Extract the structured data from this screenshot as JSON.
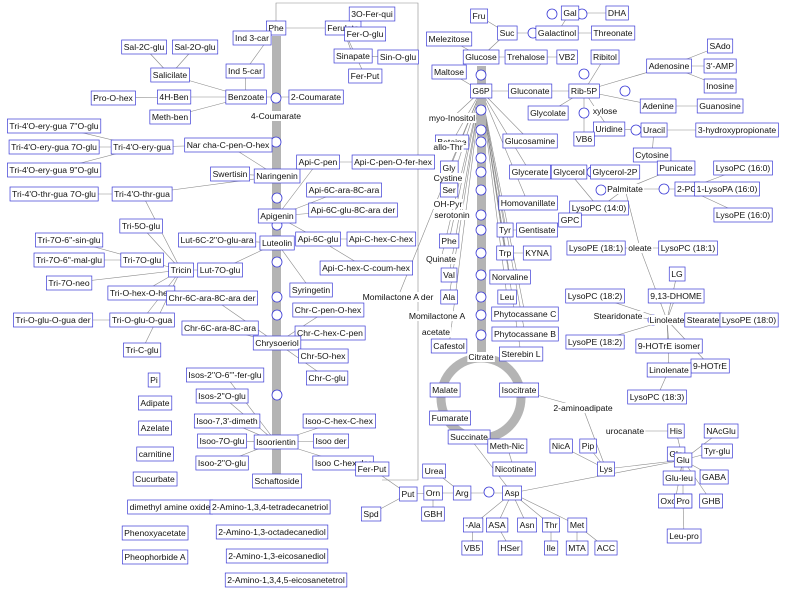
{
  "nodes": {
    "Phe_top": "Phe",
    "Ind3car": "Ind 3-car",
    "Ind5car": "Ind 5-car",
    "Ferulate": "Ferulate",
    "FerQui": "3O-Fer-qui",
    "FerOglu": "Fer-O-glu",
    "Sinapate": "Sinapate",
    "FerPut": "Fer-Put",
    "SinOglu": "Sin-O-glu",
    "Sal2Cglu": "Sal-2C-glu",
    "Sal2Oglu": "Sal-2O-glu",
    "Salicilate": "Salicilate",
    "Benzoate": "Benzoate",
    "Coumarate2": "2-Coumarate",
    "Coumarate4": "4-Coumarate",
    "HBen4": "4H-Ben",
    "ProOhex": "Pro-O-hex",
    "MethBen": "Meth-ben",
    "TriOeryGua7O": "Tri-4'O-ery-gua 7''O-glu",
    "TriOeryGua7O2": "Tri-4'O-ery-gua 7O-glu",
    "TriOeryGua9O": "Tri-4'O-ery-gua 9''O-glu",
    "TriOeryGua": "Tri-4'O-ery-gua",
    "TriOthrGua7O": "Tri-4'O-thr-gua 7O-glu",
    "TriOthrGua": "Tri-4'O-thr-gua",
    "NarChaC": "Nar cha-C-pen-O-hex",
    "Swertisin": "Swertisin",
    "Naringenin": "Naringenin",
    "Apigenin": "Apigenin",
    "ApiCpen": "Api-C-pen",
    "ApiCpenOfer": "Api-C-pen-O-fer-hex",
    "Api6Cara": "Api-6C-ara-8C-ara",
    "Api6Cglu8C": "Api-6C-glu-8C-ara der",
    "Api6Cglu": "Api-6C-glu",
    "ApiChexChex": "Api-C-hex-C-hex",
    "ApiChexCoum": "Api-C-hex-C-coum-hex",
    "Luteolin": "Luteolin",
    "Lut6C2": "Lut-6C-2''O-glu-ara",
    "Lut7Oglu": "Lut-7O-glu",
    "Syringetin": "Syringetin",
    "Tri5Oglu": "Tri-5O-glu",
    "Tri7OsinGlu": "Tri-7O-6''-sin-glu",
    "Tri7Oglu": "Tri-7O-glu",
    "Tri7OmalGlu": "Tri-7O-6''-mal-glu",
    "Tri7Oneo": "Tri-7O-neo",
    "TriOhexOhex": "Tri-O-hex-O-hex",
    "Tricin": "Tricin",
    "TriOgluOguaDer": "Tri-O-glu-O-gua der",
    "TriOgluOgua": "Tri-O-glu-O-gua",
    "TriCglu": "Tri-C-glu",
    "Chr6Cara8Cder": "Chr-6C-ara-8C-ara der",
    "Chr6Cara8C": "Chr-6C-ara-8C-ara",
    "ChrCpenOhex": "Chr-C-pen-O-hex",
    "ChrChexCpen": "Chr-C-hex-C-pen",
    "Chrysoeriol": "Chrysoeriol",
    "Chr5Ohex": "Chr-5O-hex",
    "ChrCglu": "Chr-C-glu",
    "Pi": "Pi",
    "Adipate": "Adipate",
    "Azelate": "Azelate",
    "Carnitine": "carnitine",
    "Cucurbate": "Cucurbate",
    "DMAO": "dimethyl amine oxide",
    "Phenoxyacetate": "Phenoxyacetate",
    "PheophorbideA": "Pheophorbide A",
    "Isos2O6fer": "Isos-2''O-6'''-fer-glu",
    "Isos2Oglu": "Isos-2''O-glu",
    "Isoo73dimeth": "Isoo-7,3'-dimeth",
    "Isoo7Oglu": "Isoo-7O-glu",
    "Isoo2Oglu": "Isoo-2''O-glu",
    "Isoorientin": "Isoorientin",
    "IsooChexChex": "Isoo-C-hex-C-hex",
    "IsooDer": "Isoo der",
    "IsooChexDer": "Isoo C-hex der",
    "Schaftoside": "Schaftoside",
    "Amino1": "2-Amino-1,3,4-tetradecanetriol",
    "Amino2": "2-Amino-1,3-octadecanediol",
    "Amino3": "2-Amino-1,3-eicosanediol",
    "Amino4": "2-Amino-1,3,4,5-eicosanetetrol",
    "Fru": "Fru",
    "Suc": "Suc",
    "Gal": "Gal",
    "DHA": "DHA",
    "Galactinol": "Galactinol",
    "Threonate": "Threonate",
    "Melezitose": "Melezitose",
    "Glucose": "Glucose",
    "Trehalose": "Trehalose",
    "VB2": "VB2",
    "Ribitol": "Ribitol",
    "Maltose": "Maltose",
    "G6P": "G6P",
    "Gluconate": "Gluconate",
    "Rib5P": "Rib-5P",
    "Adenosine": "Adenosine",
    "SAdo": "SAdo",
    "AMP3": "3'-AMP",
    "Inosine": "Inosine",
    "Adenine": "Adenine",
    "Guanosine": "Guanosine",
    "Xylose": "xylose",
    "Glycolate": "Glycolate",
    "Uridine": "Uridine",
    "VB6": "VB6",
    "Uracil": "Uracil",
    "Hydroxyprop": "3-hydroxypropionate",
    "Cytosine": "Cytosine",
    "Punicate": "Punicate",
    "MyoInositol": "myo-Inositol",
    "Glucosamine": "Glucosamine",
    "Betaine": "Betaine",
    "AlloThr": "allo-Thr",
    "Gly": "Gly",
    "Cystine": "Cystine",
    "Ser": "Ser",
    "Glycerate": "Glycerate",
    "Glycerol": "Glycerol",
    "Glycerol2P": "Glycerol-2P",
    "OHPyr": "OH-Pyr",
    "Serotonin": "serotonin",
    "Homovanillate": "Homovanillate",
    "Palmitate": "Palmitate",
    "PG2": "2-PG",
    "LysoPC160a": "LysoPC (16:0)",
    "LysoPA160": "1-LysoPA (16:0)",
    "LysoPE160": "LysoPE (16:0)",
    "LysoPC140": "LysoPC (14:0)",
    "GPC": "GPC",
    "Phe_mid": "Phe",
    "Tyr": "Tyr",
    "Gentisate": "Gentisate",
    "Trp": "Trp",
    "KYNA": "KYNA",
    "Quinate": "Quinate",
    "LysoPE181": "LysoPE (18:1)",
    "Oleate": "oleate",
    "LysoPC181": "LysoPC (18:1)",
    "Val": "Val",
    "Norvaline": "Norvaline",
    "Ala": "Ala",
    "Leu": "Leu",
    "MomilactoneAder": "Momilactone A der",
    "MomilactoneA": "Momilactone A",
    "PhytocassaneC": "Phytocassane C",
    "PhytocassaneB": "Phytocassane B",
    "Acetate": "acetate",
    "Cafestol": "Cafestol",
    "SterebinL": "Sterebin L",
    "LG": "LG",
    "DHOME": "9,13-DHOME",
    "LysoPC182a": "LysoPC (18:2)",
    "Stearidonate": "Stearidonate",
    "Linoleate": "Linoleate",
    "Stearate": "Stearate",
    "LysoPE180": "LysoPE (18:0)",
    "LysoPE182": "LysoPE (18:2)",
    "HOTrEiso": "9-HOTrE isomer",
    "HOTrE": "9-HOTrE",
    "Linolenate": "Linolenate",
    "LysoPC183": "LysoPC (18:3)",
    "Citrate": "Citrate",
    "Malate": "Malate",
    "Isocitrate": "Isocitrate",
    "Fumarate": "Fumarate",
    "Aminoadipate": "2-aminoadipate",
    "Succinate": "Succinate",
    "MethNic": "Meth-Nic",
    "NicA": "NicA",
    "Pip": "Pip",
    "Urocanate": "urocanate",
    "His": "His",
    "NAcGlu": "NAcGlu",
    "Gln": "Gln",
    "Glu": "Glu",
    "TyrGlu": "Tyr-glu",
    "Nicotinate": "Nicotinate",
    "Lys": "Lys",
    "GluLeu": "Glu-leu",
    "GABA": "GABA",
    "OxoPro": "OxoPro",
    "Pro": "Pro",
    "GHB": "GHB",
    "LeuPro": "Leu-pro",
    "FerPut2": "Fer-Put",
    "Urea": "Urea",
    "Put": "Put",
    "Orn": "Orn",
    "Arg": "Arg",
    "Asp": "Asp",
    "GBH": "GBH",
    "Spd": "Spd",
    "bAla": "-Ala",
    "ASA": "ASA",
    "Asn": "Asn",
    "Thr": "Thr",
    "Met": "Met",
    "VB5": "VB5",
    "HSer": "HSer",
    "Ile": "Ile",
    "MTA": "MTA",
    "ACC": "ACC"
  }
}
